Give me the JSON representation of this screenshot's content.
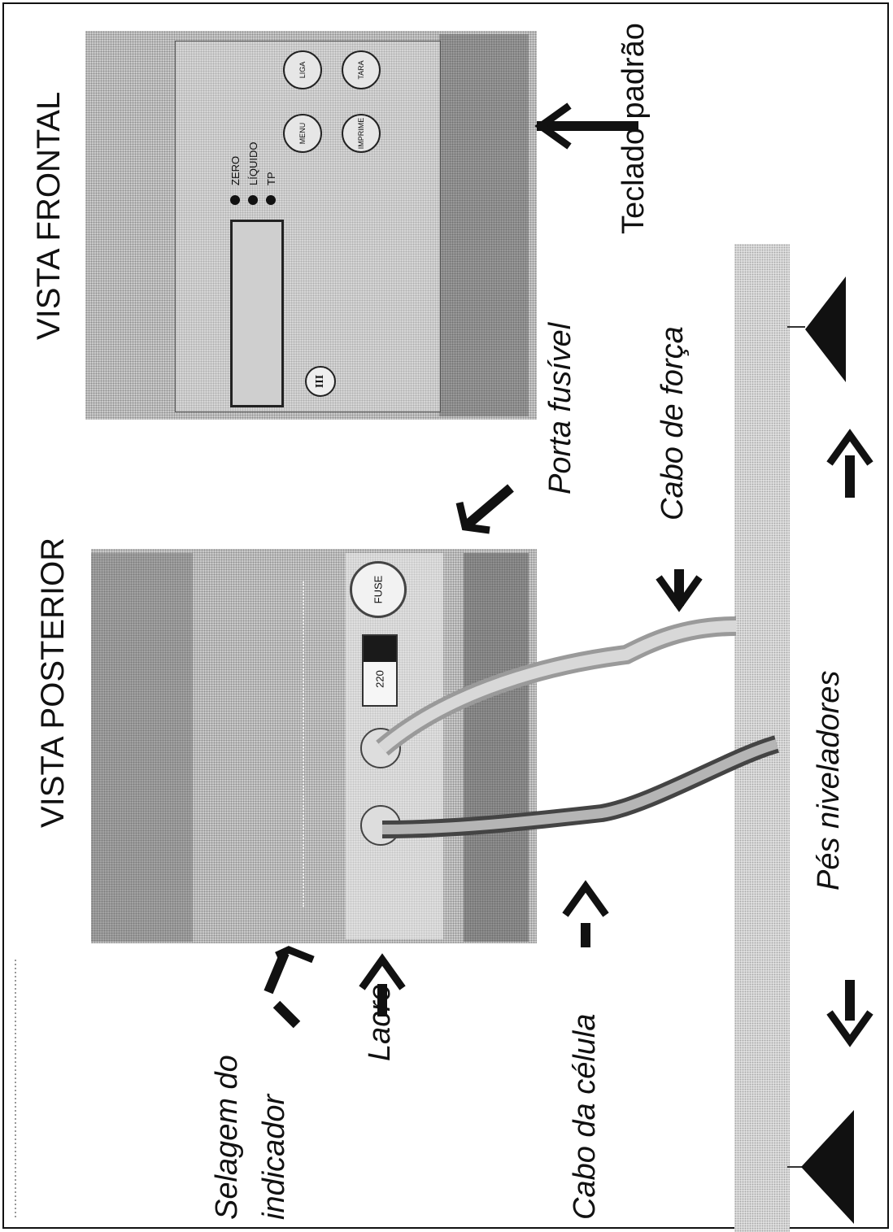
{
  "headings": {
    "posterior": "VISTA POSTERIOR",
    "frontal": "VISTA FRONTAL"
  },
  "callouts": {
    "selagem_line1": "Selagem do",
    "selagem_line2": "indicador",
    "lacre": "Lacre",
    "cabo_celula": "Cabo da  célula",
    "pes_niveladores": "Pés niveladores",
    "porta_fusivel": "Porta fusível",
    "cabo_forca": "Cabo de força",
    "teclado_padrao": "Teclado padrão"
  },
  "device_text": {
    "fuse": "FUSE",
    "voltage": "220",
    "indicator_zero": "ZERO",
    "indicator_liquido": "LÍQUIDO",
    "indicator_tp": "TP",
    "class_mark": "III",
    "keys": [
      "TARA",
      "LIGA",
      "IMPRIME",
      "MENU"
    ]
  },
  "icons": [
    "arrow-icon",
    "leveling-foot-icon",
    "fuse-holder-icon",
    "voltage-switch-icon",
    "cable-gland-icon",
    "indicator-led-icon"
  ]
}
